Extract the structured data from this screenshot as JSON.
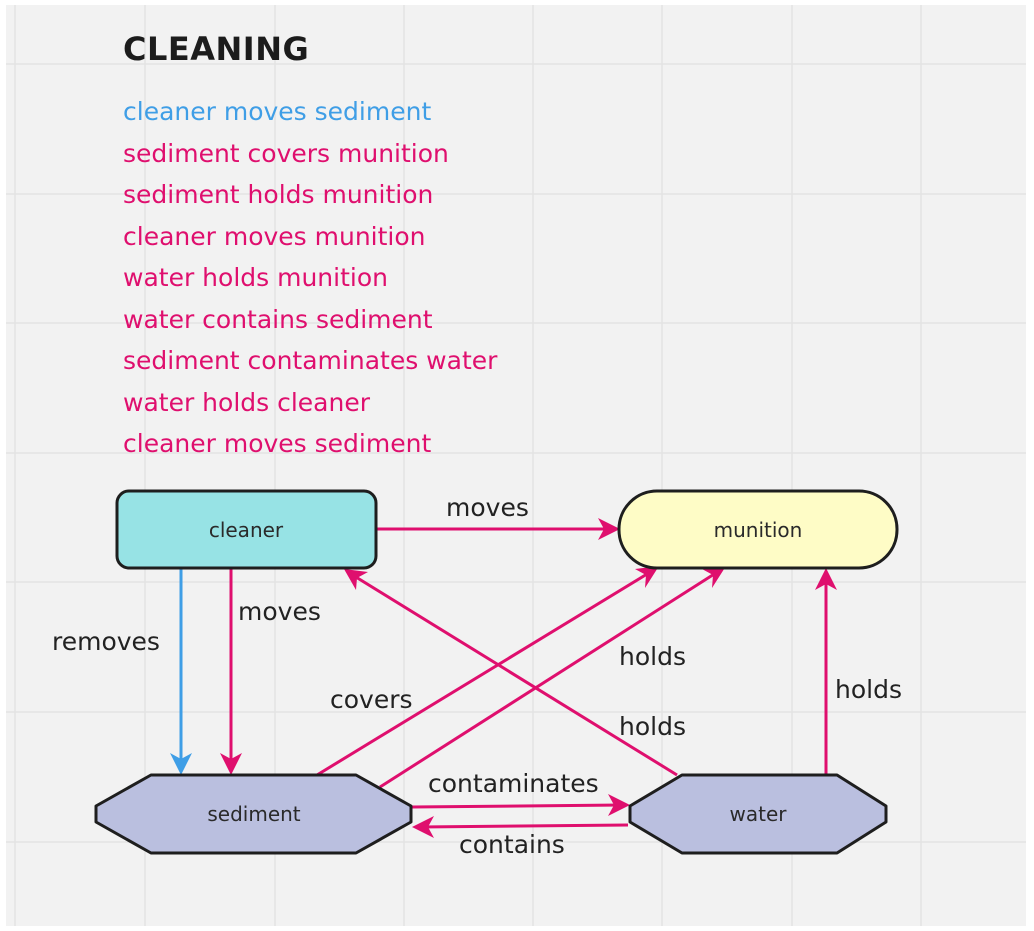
{
  "title": "CLEANING",
  "colors": {
    "background": "#f2f2f2",
    "grid": "#e3e3e3",
    "blue": "#3f9ee6",
    "pink": "#df0f6e",
    "cleaner_fill": "#97e3e5",
    "munition_fill": "#fefcc6",
    "hex_fill": "#babfdf",
    "stroke": "#1e1e1e"
  },
  "relations": [
    {
      "text": "cleaner moves sediment",
      "color": "blue"
    },
    {
      "text": "sediment covers munition",
      "color": "pink"
    },
    {
      "text": "sediment holds munition",
      "color": "pink"
    },
    {
      "text": "cleaner moves munition",
      "color": "pink"
    },
    {
      "text": "water holds munition",
      "color": "pink"
    },
    {
      "text": "water contains sediment",
      "color": "pink"
    },
    {
      "text": "sediment contaminates water",
      "color": "pink"
    },
    {
      "text": "water holds cleaner",
      "color": "pink"
    },
    {
      "text": "cleaner moves sediment",
      "color": "pink"
    }
  ],
  "nodes": {
    "cleaner": {
      "label": "cleaner",
      "shape": "rounded-rectangle"
    },
    "munition": {
      "label": "munition",
      "shape": "stadium"
    },
    "sediment": {
      "label": "sediment",
      "shape": "hexagon"
    },
    "water": {
      "label": "water",
      "shape": "hexagon"
    }
  },
  "edges": [
    {
      "id": "cleaner-moves-munition",
      "from": "cleaner",
      "to": "munition",
      "label": "moves",
      "color": "pink"
    },
    {
      "id": "cleaner-removes-sediment",
      "from": "cleaner",
      "to": "sediment",
      "label": "removes",
      "color": "blue"
    },
    {
      "id": "cleaner-moves-sediment",
      "from": "cleaner",
      "to": "sediment",
      "label": "moves",
      "color": "pink"
    },
    {
      "id": "sediment-covers-munition",
      "from": "sediment",
      "to": "munition",
      "label": "covers",
      "color": "pink"
    },
    {
      "id": "sediment-holds-munition",
      "from": "sediment",
      "to": "munition",
      "label": "holds",
      "color": "pink"
    },
    {
      "id": "water-holds-cleaner",
      "from": "water",
      "to": "cleaner",
      "label": "holds",
      "color": "pink"
    },
    {
      "id": "water-holds-munition",
      "from": "water",
      "to": "munition",
      "label": "holds",
      "color": "pink"
    },
    {
      "id": "sediment-contaminates-water",
      "from": "sediment",
      "to": "water",
      "label": "contaminates",
      "color": "pink"
    },
    {
      "id": "water-contains-sediment",
      "from": "water",
      "to": "sediment",
      "label": "contains",
      "color": "pink"
    }
  ]
}
